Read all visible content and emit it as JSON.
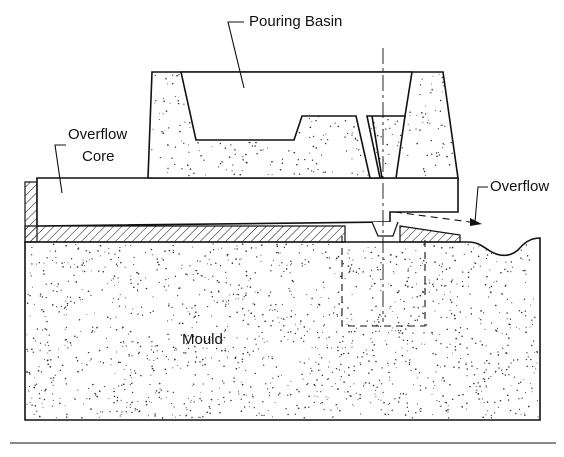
{
  "labels": {
    "pouring_basin": "Pouring Basin",
    "overflow_core_line1": "Overflow",
    "overflow_core_line2": "Core",
    "overflow": "Overflow",
    "mould": "Mould"
  },
  "colors": {
    "ink": "#111111",
    "background": "#ffffff"
  }
}
